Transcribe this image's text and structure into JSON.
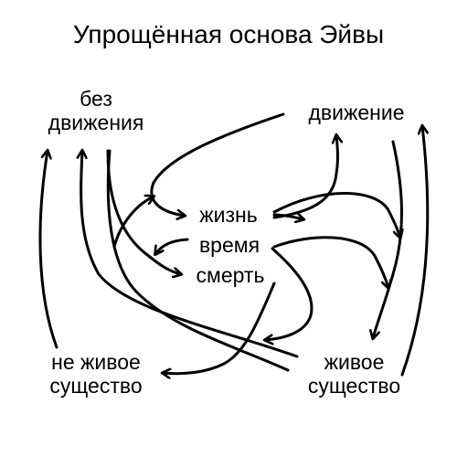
{
  "title": "Упрощённая основа Эйвы",
  "nodes": {
    "bez_dvizheniya": [
      "без",
      "движения"
    ],
    "dvizhenie": [
      "движение"
    ],
    "zhizn": [
      "жизнь"
    ],
    "vremya": [
      "время"
    ],
    "smert": [
      "смерть"
    ],
    "ne_zhivoe": [
      "не живое",
      "существо"
    ],
    "zhivoe": [
      "живое",
      "существо"
    ]
  },
  "colors": {
    "ink": "#000000",
    "background": "#ffffff"
  }
}
